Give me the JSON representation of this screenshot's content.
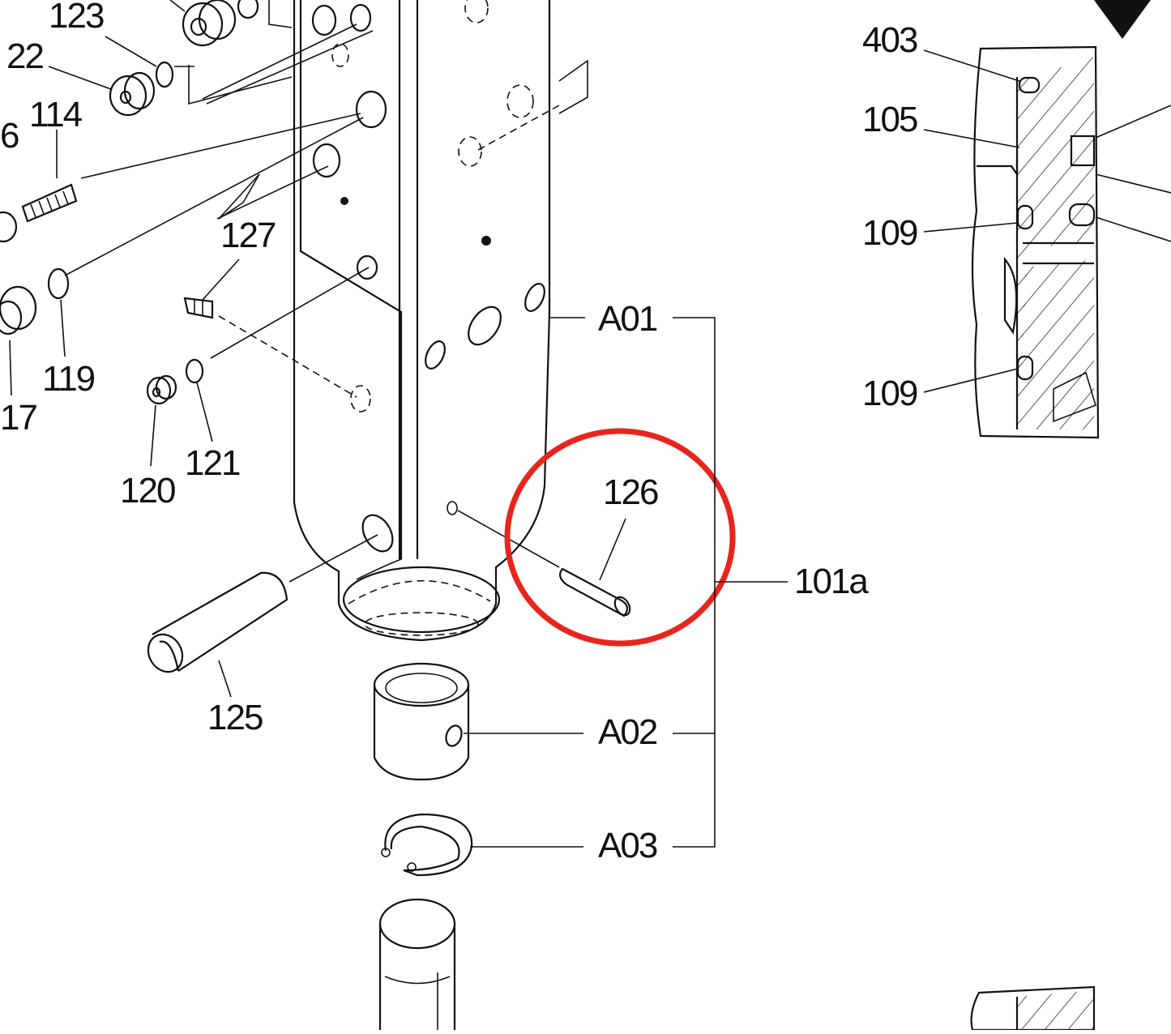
{
  "diagram": {
    "part_labels": {
      "p123": "123",
      "p22": "22",
      "p114": "114",
      "p6": "6",
      "p127": "127",
      "p119": "119",
      "p17": "17",
      "p120": "120",
      "p121": "121",
      "p125": "125",
      "p126": "126",
      "p101a": "101a",
      "pA01": "A01",
      "pA02": "A02",
      "pA03": "A03",
      "p403": "403",
      "p105": "105",
      "p109a": "109",
      "p109b": "109"
    },
    "highlight": {
      "color": "#e8251c",
      "target": "126"
    }
  }
}
